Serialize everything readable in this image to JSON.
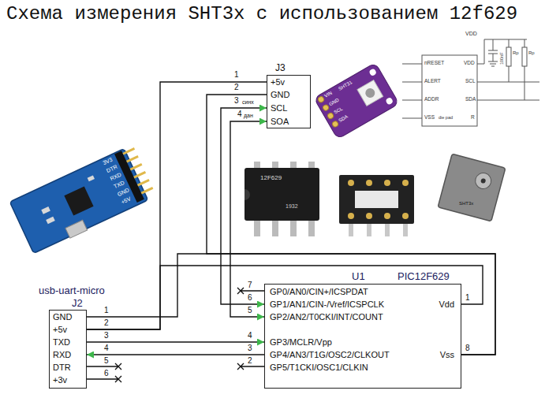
{
  "diagram": {
    "title": "Схема измерения SHT3x с использованием 12f629",
    "nodes": [
      {
        "text": [
          "J3",
          "+5v",
          "GND",
          "SCL",
          "SOA"
        ]
      },
      {
        "text": [
          "usb-uart-micro",
          "J2",
          "GND",
          "+5v",
          "TXD",
          "RXD",
          "DTR",
          "+3v"
        ]
      },
      {
        "text": [
          "U1",
          "PIC12F629",
          "GP0/AN0/CIN+/ICSPDAT",
          "GP1/AN1/CIN-/Vref/ICSPCLK",
          "GP2/AN2/T0CKI/INT/COUNT",
          "GP3/MCLR/Vpp",
          "GP4/AN3/T1G/OSC2/CLKOUT",
          "GP5/T1CKI/OSC1/CLKIN",
          "Vdd",
          "Vss"
        ]
      }
    ],
    "edges": [
      {
        "from": 0,
        "to": 1,
        "arrow": "none"
      },
      {
        "from": 0,
        "to": 2,
        "arrow": "none"
      },
      {
        "from": 0,
        "to": 2,
        "arrow": "both"
      },
      {
        "from": 0,
        "to": 2,
        "arrow": "both"
      },
      {
        "from": 1,
        "to": 2,
        "arrow": "to"
      },
      {
        "from": 2,
        "to": 1,
        "arrow": "to"
      },
      {
        "from": 1,
        "to": 2,
        "arrow": "none"
      },
      {
        "from": 1,
        "to": 2,
        "arrow": "none"
      }
    ],
    "labels": [
      "1",
      "2",
      "3",
      "4",
      "синх",
      "дан",
      "1",
      "2",
      "3",
      "4",
      "5",
      "6",
      "7",
      "6",
      "5",
      "4",
      "3",
      "2",
      "1",
      "8",
      "3V3",
      "DTR",
      "RXD",
      "TXD",
      "GND",
      "+5V",
      "VIN",
      "GND",
      "SCL",
      "SDA",
      "SHT31",
      "VDD",
      "nRESET",
      "VDD",
      "ALERT",
      "SCL",
      "ADDR",
      "SDA",
      "VSS",
      "die pad",
      "R",
      "100nF",
      "Rp",
      "Rp",
      "12F629",
      "1932",
      "SHT3x"
    ]
  }
}
